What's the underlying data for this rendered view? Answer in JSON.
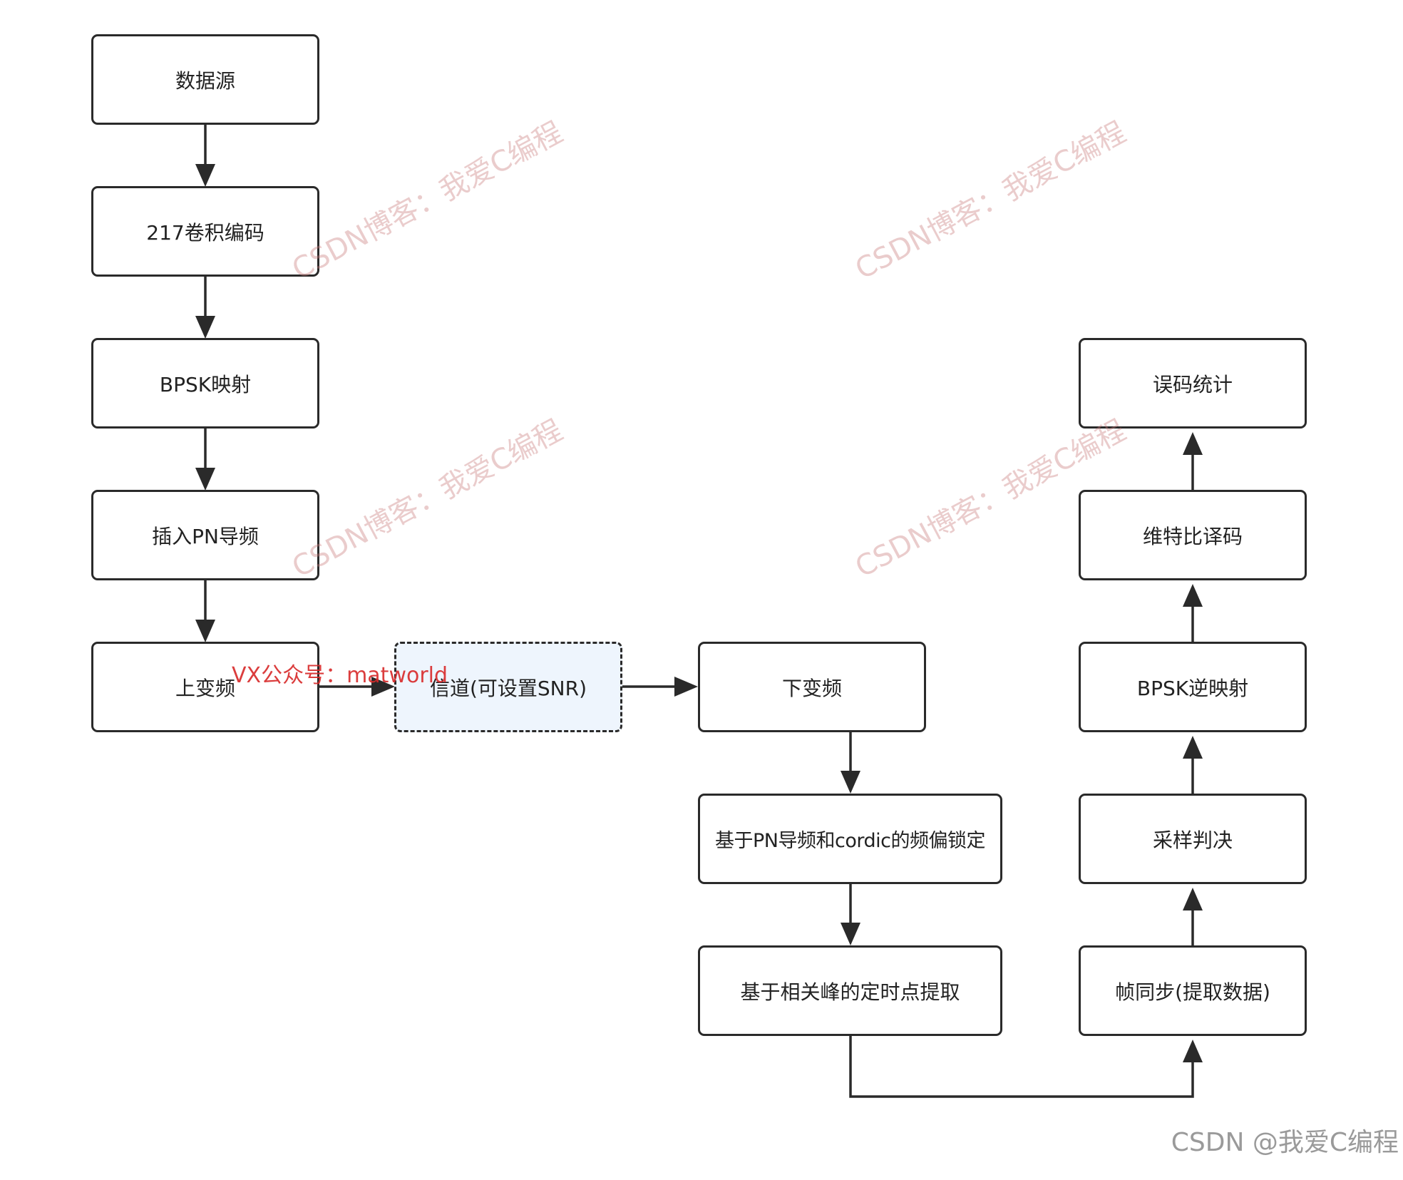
{
  "nodes": {
    "data_source": "数据源",
    "conv_encode": "217卷积编码",
    "bpsk_map": "BPSK映射",
    "insert_pn": "插入PN导频",
    "upconvert": "上变频",
    "channel": "信道(可设置SNR)",
    "downconvert": "下变频",
    "freq_lock": "基于PN导频和cordic的频偏锁定",
    "timing_extract": "基于相关峰的定时点提取",
    "frame_sync": "帧同步(提取数据)",
    "sample_decide": "采样判决",
    "bpsk_demap": "BPSK逆映射",
    "viterbi": "维特比译码",
    "ber_stats": "误码统计"
  },
  "watermarks": {
    "csdn_blog": "CSDN博客：我爱C编程",
    "vx_account": "VX公众号：matworld",
    "footer": "CSDN @我爱C编程"
  },
  "colors": {
    "box_border": "#2a2a2a",
    "channel_fill": "#eef5fd",
    "watermark_pink": "#c87878",
    "watermark_red": "#d72828"
  }
}
